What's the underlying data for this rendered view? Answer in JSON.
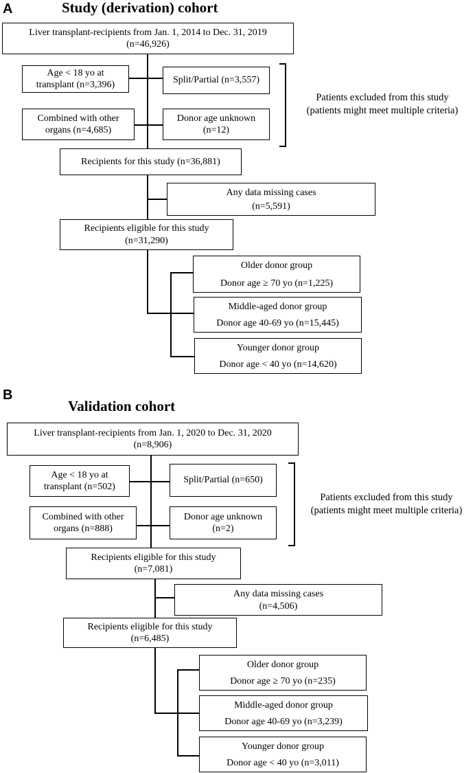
{
  "panel_a": {
    "letter": "A",
    "title": "Study (derivation) cohort",
    "top": {
      "line1": "Liver transplant-recipients  from Jan. 1, 2014 to Dec. 31, 2019",
      "line2": "(n=46,926)"
    },
    "age": {
      "line1": "Age < 18 yo at",
      "line2": "transplant (n=3,396)"
    },
    "split": {
      "line1": "Split/Partial (n=3,557)"
    },
    "combined": {
      "line1": "Combined with other",
      "line2": "organs (n=4,685)"
    },
    "donor_unknown": {
      "line1": "Donor age unknown",
      "line2": "(n=12)"
    },
    "excluded_note": {
      "line1": "Patients excluded from this study",
      "line2": "(patients might meet multiple criteria)"
    },
    "recipients": {
      "line1": "Recipients for this study (n=36,881)"
    },
    "missing": {
      "line1": "Any data missing cases",
      "line2": "(n=5,591)"
    },
    "eligible": {
      "line1": "Recipients  eligible for this study",
      "line2": "(n=31,290)"
    },
    "older": {
      "line1": "Older donor group",
      "line2": "Donor age ≥ 70 yo (n=1,225)"
    },
    "middle": {
      "line1": "Middle-aged donor group",
      "line2": "Donor age 40-69 yo (n=15,445)"
    },
    "younger": {
      "line1": "Younger donor group",
      "line2": "Donor age < 40 yo (n=14,620)"
    }
  },
  "panel_b": {
    "letter": "B",
    "title": "Validation cohort",
    "top": {
      "line1": "Liver transplant-recipients  from Jan. 1, 2020 to Dec. 31, 2020",
      "line2": "(n=8,906)"
    },
    "age": {
      "line1": "Age < 18 yo at",
      "line2": "transplant (n=502)"
    },
    "split": {
      "line1": "Split/Partial (n=650)"
    },
    "combined": {
      "line1": "Combined with other",
      "line2": "organs  (n=888)"
    },
    "donor_unknown": {
      "line1": "Donor age unknown",
      "line2": "(n=2)"
    },
    "excluded_note": {
      "line1": "Patients excluded from this study",
      "line2": "(patients might meet multiple criteria)"
    },
    "recipients": {
      "line1": "Recipients eligible for this study",
      "line2": "(n=7,081)"
    },
    "missing": {
      "line1": "Any data missing cases",
      "line2": "(n=4,506)"
    },
    "eligible": {
      "line1": "Recipients eligible for this study",
      "line2": "(n=6,485)"
    },
    "older": {
      "line1": "Older donor group",
      "line2": "Donor age ≥ 70 yo (n=235)"
    },
    "middle": {
      "line1": "Middle-aged  donor group",
      "line2": "Donor age 40-69 yo (n=3,239)"
    },
    "younger": {
      "line1": "Younger donor group",
      "line2": "Donor age < 40 yo (n=3,011)"
    }
  }
}
